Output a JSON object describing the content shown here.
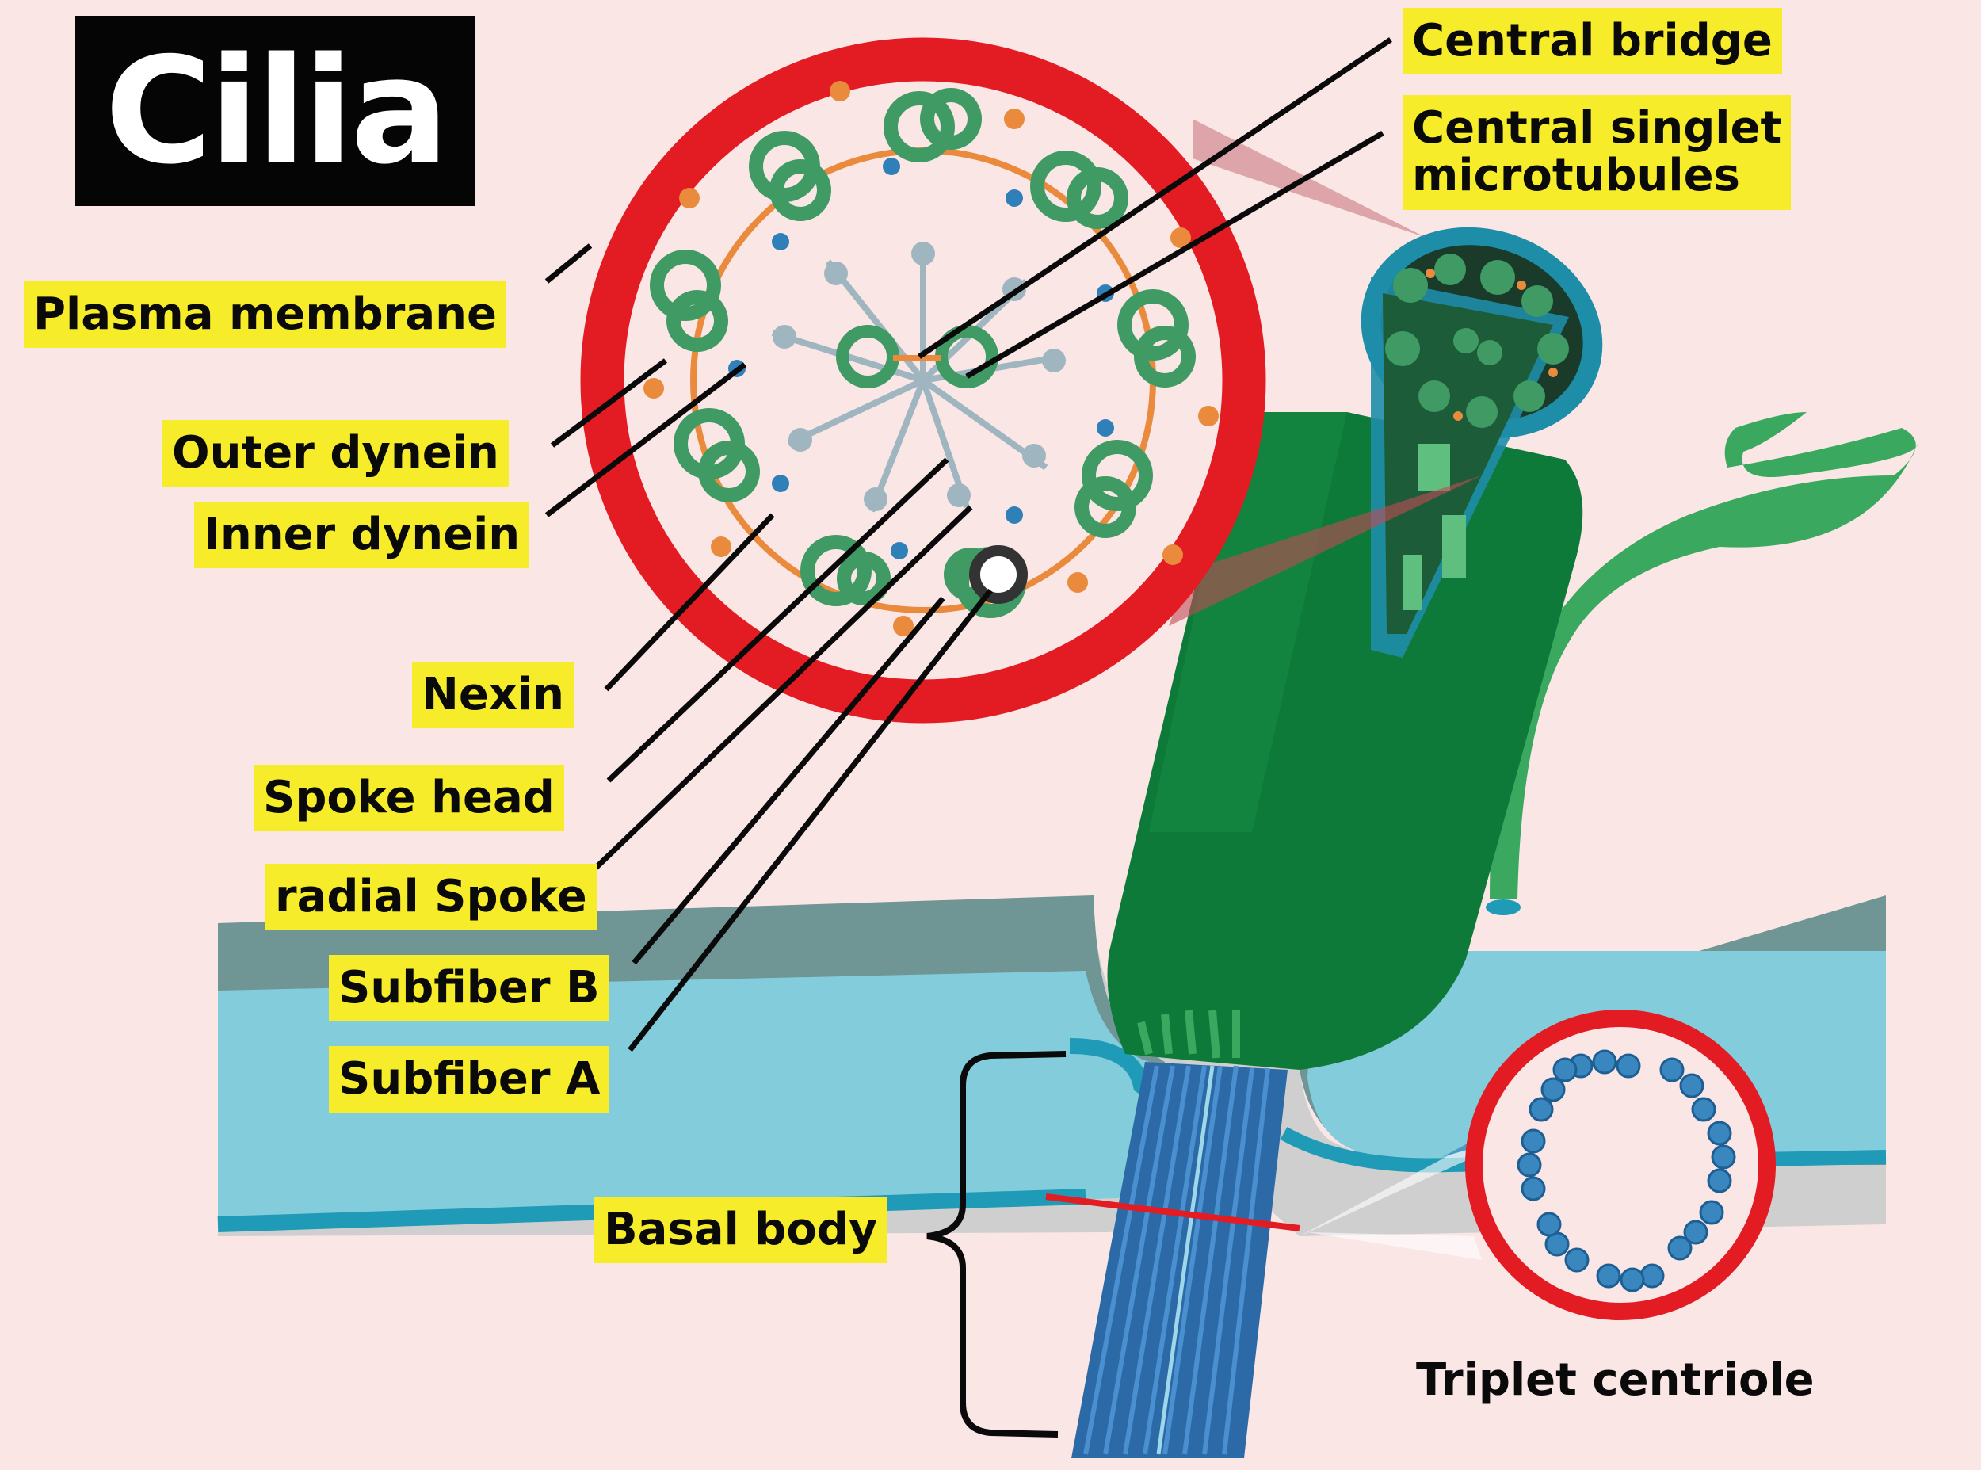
{
  "title": "Cilia",
  "labels": {
    "central_bridge": "Central bridge",
    "central_singlet_line1": "Central singlet",
    "central_singlet_line2": "microtubules",
    "plasma_membrane": "Plasma membrane",
    "outer_dynein": "Outer dynein",
    "inner_dynein": "Inner dynein",
    "nexin": "Nexin",
    "spoke_head": "Spoke head",
    "radial_spoke": "radial Spoke",
    "subfiber_b": "Subfiber B",
    "subfiber_a": "Subfiber A",
    "basal_body": "Basal body",
    "triplet_centriole": "Triplet centriole"
  },
  "colors": {
    "background": "#fbe6e6",
    "label_highlight": "#f6ec2a",
    "title_box": "#050505",
    "ring_red": "#e31b23",
    "doublet_green": "#3f9b63",
    "cilium_green": "#0e7a3a",
    "dynein_orange": "#e98a3c",
    "dynein_blue": "#2f7fb8",
    "spoke_gray": "#9fb6c0",
    "membrane_cyan": "#7ecbd9",
    "membrane_gray": "#5f8c8f",
    "basal_blue": "#2d6da8"
  }
}
